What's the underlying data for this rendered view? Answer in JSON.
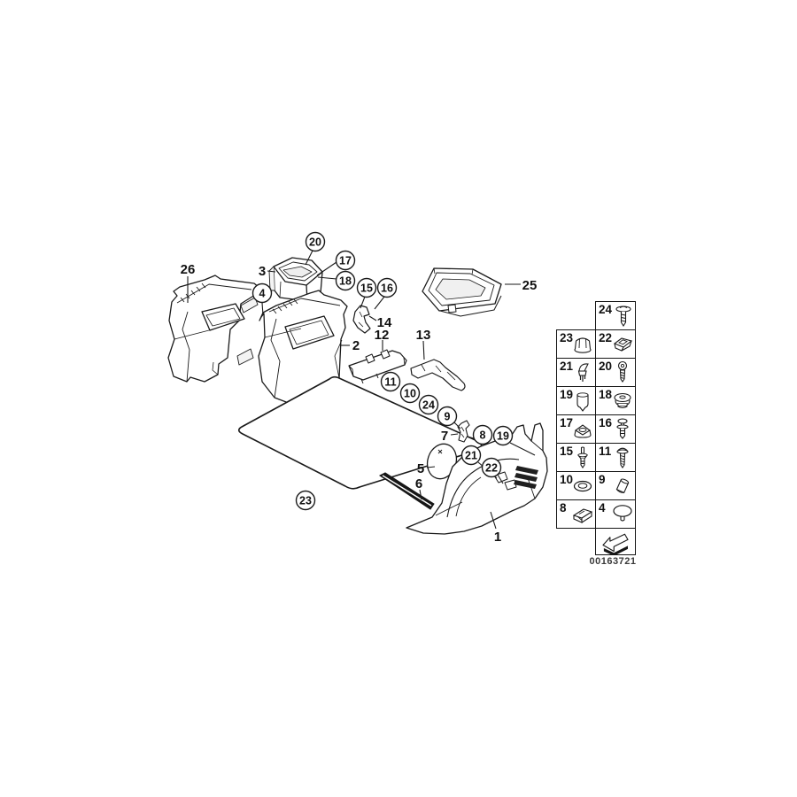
{
  "diagram": {
    "doc_number": "00163721",
    "colors": {
      "line": "#1a1a1a",
      "background": "#ffffff"
    },
    "callouts": {
      "n20": "20",
      "n17": "17",
      "n18": "18",
      "n4": "4",
      "n15": "15",
      "n16": "16",
      "n11": "11",
      "n10": "10",
      "n24": "24",
      "n9": "9",
      "n8": "8",
      "n19": "19",
      "n21": "21",
      "n22": "22",
      "n23": "23"
    },
    "labels": {
      "n26": "26",
      "n3": "3",
      "n14": "14",
      "n12": "12",
      "n13": "13",
      "n2": "2",
      "n25": "25",
      "n7": "7",
      "n5": "5",
      "n6": "6",
      "n1": "1"
    },
    "legend": {
      "cells": {
        "n24": "24",
        "n23": "23",
        "n22": "22",
        "n21": "21",
        "n20": "20",
        "n19": "19",
        "n18": "18",
        "n17": "17",
        "n16": "16",
        "n15": "15",
        "n11": "11",
        "n10": "10",
        "n9": "9",
        "n8": "8",
        "n4": "4"
      },
      "icons": [
        "screw-with-washer-icon",
        "hex-cap-plug-icon",
        "cage-nut-clip-icon",
        "expanding-clip-icon",
        "pan-head-screw-icon",
        "rubber-buffer-icon",
        "grommet-icon",
        "expanding-nut-icon",
        "expanding-rivet-icon",
        "expansion-pin-icon",
        "tapping-screw-icon",
        "washer-ring-icon",
        "spacer-sleeve-icon",
        "spring-clip-icon",
        "dome-plug-icon",
        "direction-arrow-icon"
      ]
    }
  }
}
